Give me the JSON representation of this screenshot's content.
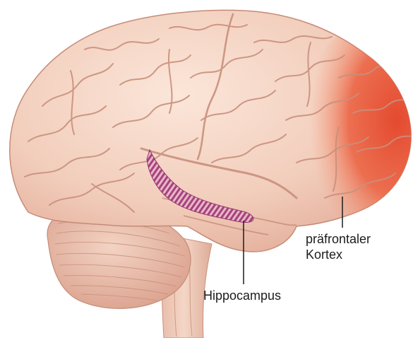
{
  "labels": {
    "prefrontal_line1": "präfrontaler",
    "prefrontal_line2": "Kortex",
    "hippocampus": "Hippocampus"
  },
  "colors": {
    "background": "#ffffff",
    "brain_tissue": "#f1cebd",
    "brain_highlight": "#f8e0d2",
    "sulci": "#c98f7d",
    "prefrontal_cortex": "#e8553a",
    "hippocampus": "#a23c7a",
    "label_text": "#1c1c1c"
  }
}
